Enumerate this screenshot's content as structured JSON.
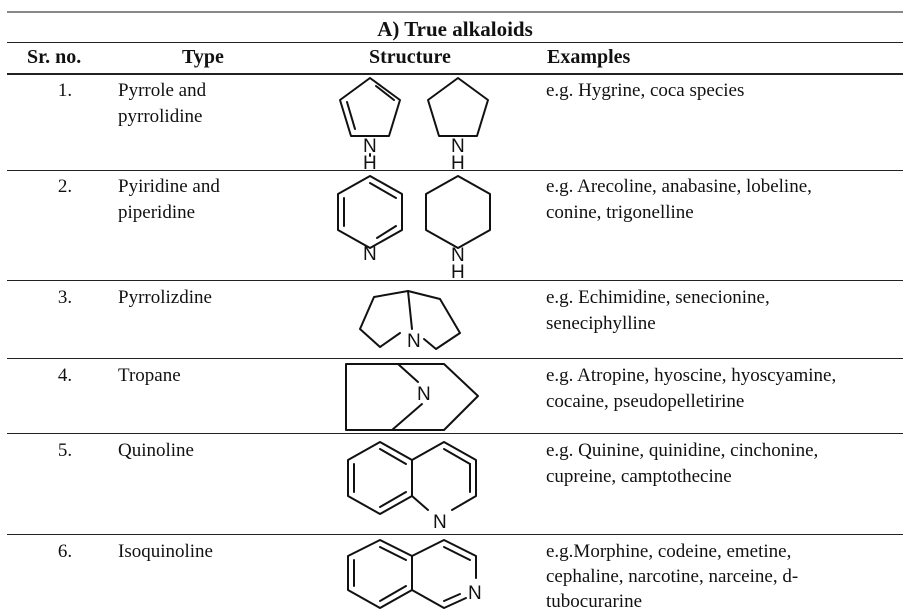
{
  "table": {
    "title": "A) True alkaloids",
    "headers": {
      "srno": "Sr. no.",
      "type": "Type",
      "structure": "Structure",
      "examples": "Examples"
    },
    "rows": [
      {
        "srno": "1.",
        "type_line1": "Pyrrole and",
        "type_line2": "pyrrolidine",
        "ex_line1": "e.g. Hygrine, coca species",
        "ex_line2": "",
        "ex_line3": "",
        "atoms": [
          "N",
          "H",
          "N",
          "H"
        ]
      },
      {
        "srno": "2.",
        "type_line1": "Pyiridine and",
        "type_line2": "piperidine",
        "ex_line1": "e.g. Arecoline, anabasine, lobeline,",
        "ex_line2": "conine, trigonelline",
        "ex_line3": "",
        "atoms": [
          "N",
          "N",
          "H"
        ]
      },
      {
        "srno": "3.",
        "type_line1": "Pyrrolizdine",
        "type_line2": "",
        "ex_line1": "e.g. Echimidine, senecionine,",
        "ex_line2": "seneciphylline",
        "ex_line3": "",
        "atoms": [
          "N"
        ]
      },
      {
        "srno": "4.",
        "type_line1": "Tropane",
        "type_line2": "",
        "ex_line1": "e.g. Atropine, hyoscine, hyoscyamine,",
        "ex_line2": "cocaine, pseudopelletirine",
        "ex_line3": "",
        "atoms": [
          "N"
        ]
      },
      {
        "srno": "5.",
        "type_line1": "Quinoline",
        "type_line2": "",
        "ex_line1": "e.g. Quinine, quinidine, cinchonine,",
        "ex_line2": "cupreine, camptothecine",
        "ex_line3": "",
        "atoms": [
          "N"
        ]
      },
      {
        "srno": "6.",
        "type_line1": "Isoquinoline",
        "type_line2": "",
        "ex_line1": "e.g.Morphine, codeine, emetine,",
        "ex_line2": "cephaline, narcotine, narceine, d-",
        "ex_line3": "tubocurarine",
        "atoms": [
          "N"
        ]
      }
    ]
  }
}
